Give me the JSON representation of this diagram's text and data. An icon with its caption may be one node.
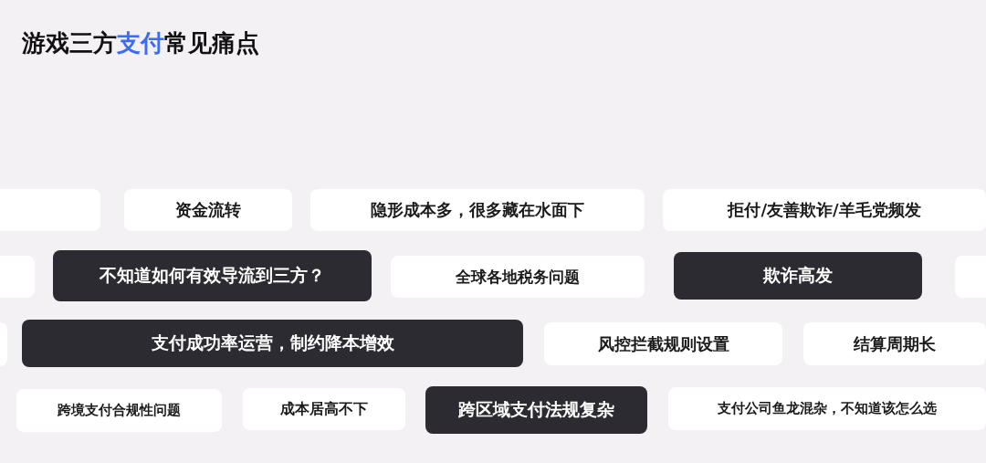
{
  "diagram": {
    "title": "游戏三方**支付**常见痛点",
    "nodes": [
      {
        "text": [],
        "shape": "box"
      },
      {
        "text": [
          "资金流转"
        ]
      },
      {
        "text": [
          "隐形成本多，很多藏在水面下"
        ]
      },
      {
        "text": [
          "拒付/友善欺诈/羊毛党频发"
        ]
      },
      {
        "text": [],
        "shape": "box"
      },
      {
        "text": [
          "不知道如何有效导流到三方？"
        ]
      },
      {
        "text": [
          "全球各地税务问题"
        ]
      },
      {
        "text": [
          "欺诈高发"
        ]
      },
      {
        "text": [],
        "shape": "box"
      },
      {
        "text": [],
        "shape": "box"
      },
      {
        "text": [
          "支付成功率运营，制约降本增效"
        ]
      },
      {
        "text": [
          "风控拦截规则设置"
        ]
      },
      {
        "text": [
          "结算周期长"
        ]
      },
      {
        "text": [
          "跨境支付合规性问题"
        ]
      },
      {
        "text": [
          "成本居高不下"
        ]
      },
      {
        "text": [
          "跨区域支付法规复杂"
        ]
      },
      {
        "text": [
          "支付公司鱼龙混杂，不知道该怎么选"
        ]
      }
    ]
  }
}
